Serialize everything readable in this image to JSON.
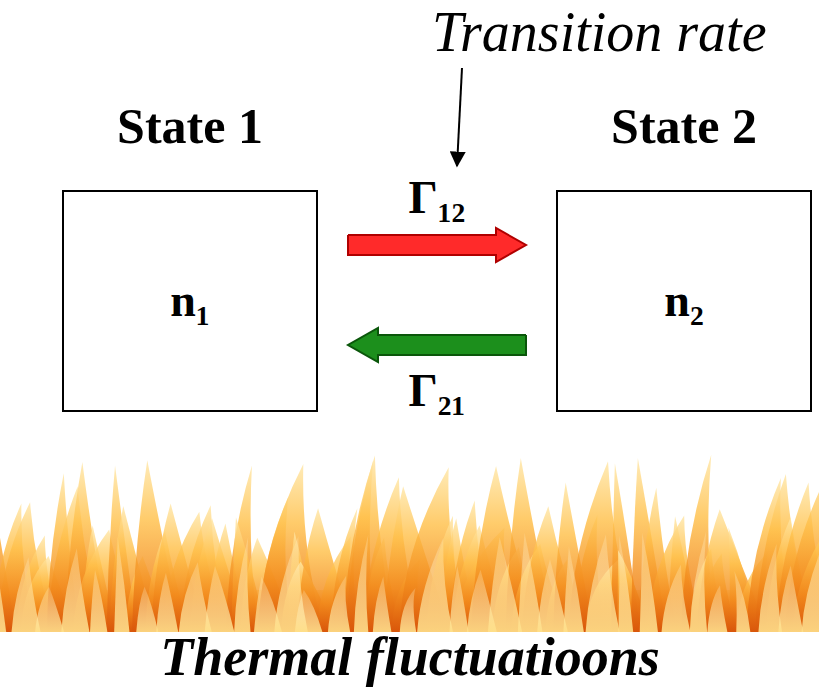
{
  "diagram": {
    "nodes": [
      {
        "text": [
          "State 1",
          "n₁"
        ]
      },
      {
        "text": [
          "State 2",
          "n₂"
        ]
      }
    ],
    "edges": [
      {
        "from": 0,
        "to": 1,
        "arrow": "to",
        "label": "Γ₁₂"
      },
      {
        "from": 1,
        "to": 0,
        "arrow": "to",
        "label": "Γ₂₁"
      }
    ],
    "labels": [
      "Transition rate",
      "Thermal fluctuatioons"
    ]
  }
}
